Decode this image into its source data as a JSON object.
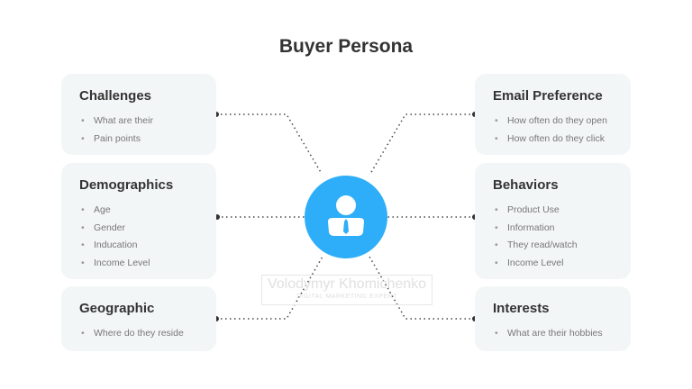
{
  "title": "Buyer Persona",
  "accent": "#2eaef8",
  "center_icon": "user-with-tie-icon",
  "cards": [
    {
      "title": "Challenges",
      "items": [
        "What are their",
        "Pain points"
      ]
    },
    {
      "title": "Demographics",
      "items": [
        "Age",
        "Gender",
        "Inducation",
        "Income Level"
      ]
    },
    {
      "title": "Geographic",
      "items": [
        "Where do they reside"
      ]
    },
    {
      "title": "Email Preference",
      "items": [
        "How often do they open",
        "How often do they click"
      ]
    },
    {
      "title": "Behaviors",
      "items": [
        "Product Use",
        "Information",
        "They read/watch",
        "Income Level"
      ]
    },
    {
      "title": "Interests",
      "items": [
        "What are their hobbies"
      ]
    }
  ],
  "watermark": {
    "name": "Volodymyr Khomichenko",
    "subtitle": "DIGITAL MARKETING EXPERT"
  }
}
